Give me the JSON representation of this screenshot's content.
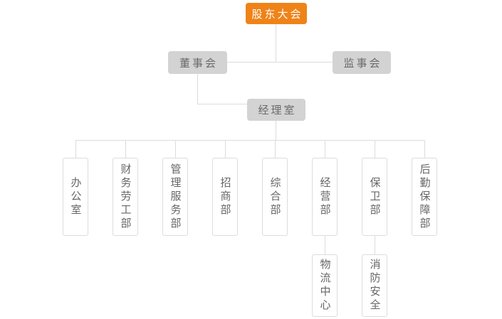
{
  "org": {
    "root": {
      "label": "股东大会"
    },
    "board": {
      "label": "董事会"
    },
    "supervisory": {
      "label": "监事会"
    },
    "manager_office": {
      "label": "经理室"
    },
    "departments": [
      {
        "label": "办公室"
      },
      {
        "label": "财务劳工部"
      },
      {
        "label": "管理服务部"
      },
      {
        "label": "招商部"
      },
      {
        "label": "综合部"
      },
      {
        "label": "经营部"
      },
      {
        "label": "保卫部"
      },
      {
        "label": "后勤保障部"
      }
    ],
    "sub_departments": [
      {
        "label": "物流中心",
        "parent_label": "经营部"
      },
      {
        "label": "消防安全",
        "parent_label": "保卫部"
      }
    ],
    "colors": {
      "root_bg": "#ef8318",
      "root_text": "#ffffff",
      "node_bg": "#d3d3d3",
      "node_text": "#6a6a6a",
      "dept_text": "#666666",
      "line": "#dcdcdc"
    }
  }
}
